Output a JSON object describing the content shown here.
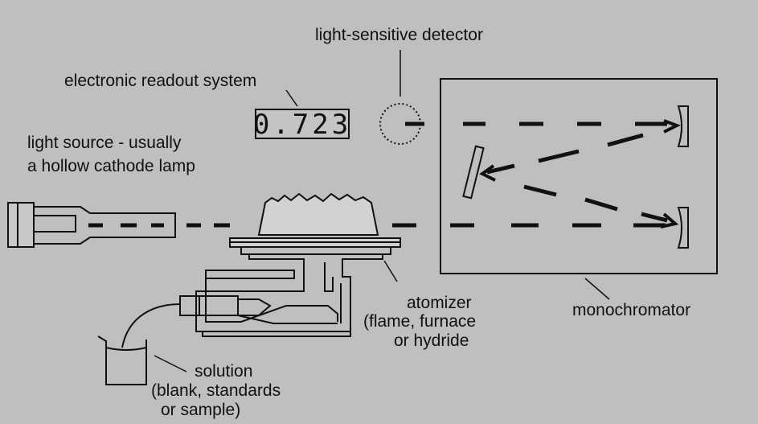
{
  "labels": {
    "detector": "light-sensitive detector",
    "readout": "electronic readout system",
    "light_source_1": "light source - usually",
    "light_source_2": "a hollow cathode lamp",
    "atomizer_1": "atomizer",
    "atomizer_2": "(flame, furnace",
    "atomizer_3": "or hydride",
    "monochromator": "monochromator",
    "solution_1": "solution",
    "solution_2": "(blank, standards",
    "solution_3": "or sample)"
  },
  "readout_value": "0.723",
  "colors": {
    "background": "#bfbfbf",
    "ink": "#111111"
  }
}
